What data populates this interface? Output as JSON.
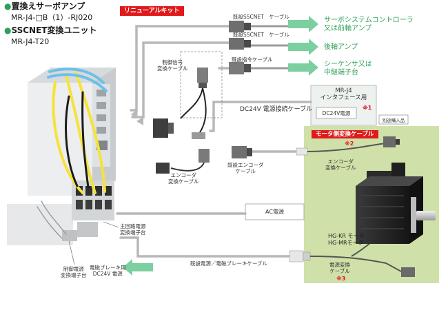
{
  "header": {
    "product_line1": "置換えサーボアンプ",
    "product_line2": "MR-J4-□B（1）-RJ020",
    "product_line3": "SSCNET変換ユニット",
    "product_line4": "MR-J4-T20"
  },
  "renewal_kit_label": "リニューアルキット",
  "cables": {
    "sscnet_cable_1": "既設SSCNET　ケーブル",
    "sscnet_cable_2": "既設SSCNET　ケーブル",
    "command_cable": "既設指令ケーブル",
    "control_signal_cable": "制御信号\n変換ケーブル",
    "encoder_conv_cable_left": "エンコーダ\n変換ケーブル",
    "existing_encoder_cable": "既設エンコーダ\nケーブル",
    "dc24v_power_cable": "DC24V 電源接続ケーブル",
    "power_brake_cable": "既設電源／電磁ブレーキケーブル"
  },
  "targets": {
    "servo_controller": "サーボシステムコントローラ\n又は前軸アンプ",
    "rear_amp": "後軸アンプ",
    "sequencer": "シーケンサ又は\n中継端子台"
  },
  "interface_box": {
    "title": "MR-J4\nインタフェース用",
    "dc24v_label": "DC24V電源",
    "note_mark": "※1",
    "separate_purchase": "別途購入品"
  },
  "motor_section": {
    "title": "モータ側変換ケーブル",
    "note_mark_2": "※2",
    "encoder_conv_cable": "エンコーダ\n変換ケーブル",
    "motor_label": "HG-KR モータ\nHG-MRモータ",
    "power_conv_cable": "電源変換\nケーブル",
    "note_mark_3": "※3"
  },
  "ac_power_label": "AC電源",
  "main_circuit_label": "主回路電源\n変換端子台",
  "control_power_label": "制御電源\n変換端子台",
  "brake_power_label": "電磁ブレーキ用\nDC24V 電源",
  "colors": {
    "accent_green": "#2fa05a",
    "accent_red": "#e01a1a",
    "motor_panel": "#cfe1a8",
    "arrow_green": "#7ccfa0",
    "cable_yellow": "#f5e33a",
    "cable_blue": "#6cc0e8"
  }
}
